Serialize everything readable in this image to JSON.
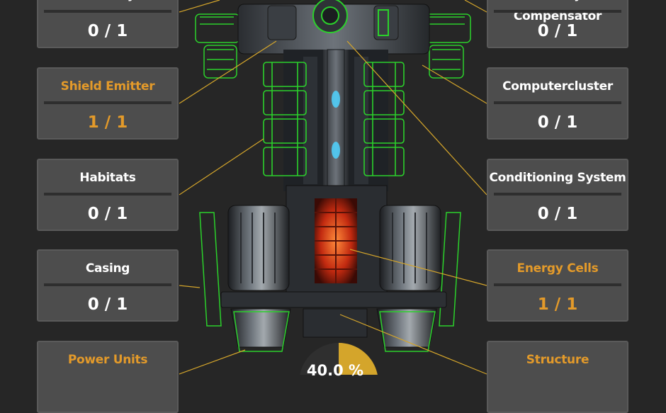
{
  "modules_left": [
    {
      "title": "Security",
      "count": "0 / 1",
      "active": false
    },
    {
      "title": "Shield Emitter",
      "count": "1 / 1",
      "active": true
    },
    {
      "title": "Habitats",
      "count": "0 / 1",
      "active": false
    },
    {
      "title": "Casing",
      "count": "0 / 1",
      "active": false
    },
    {
      "title": "Power Units",
      "count": "",
      "active": true
    }
  ],
  "modules_right": [
    {
      "title": "Gravity Compensator",
      "count": "0 / 1",
      "active": false
    },
    {
      "title": "Computercluster",
      "count": "0 / 1",
      "active": false
    },
    {
      "title": "Conditioning System",
      "count": "0 / 1",
      "active": false
    },
    {
      "title": "Energy Cells",
      "count": "1 / 1",
      "active": true
    },
    {
      "title": "Structure",
      "count": "",
      "active": true
    }
  ],
  "progress": {
    "label": "40.0 %",
    "fraction": 0.4
  },
  "colors": {
    "accent_orange": "#e39a2a",
    "card_bg": "#4d4d4d",
    "background": "#262626",
    "leader_line": "#d4a52b",
    "wireframe_green": "#2bd12b",
    "engine_glow": "#ff4a1a",
    "conduit_blue": "#4fd3ff"
  }
}
